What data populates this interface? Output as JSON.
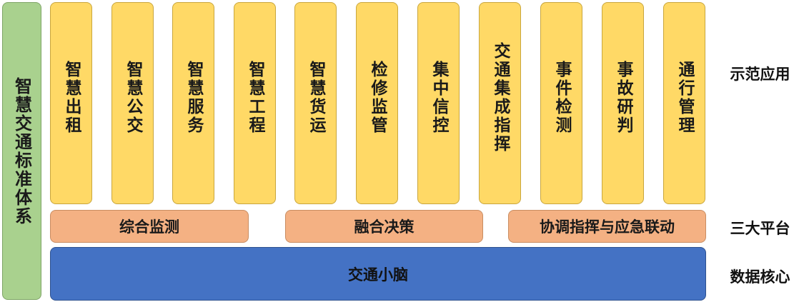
{
  "standard": {
    "label": "智慧交通标准体系"
  },
  "applications": [
    {
      "label": "智慧出租"
    },
    {
      "label": "智慧公交"
    },
    {
      "label": "智慧服务"
    },
    {
      "label": "智慧工程"
    },
    {
      "label": "智慧货运"
    },
    {
      "label": "检修监管"
    },
    {
      "label": "集中信控"
    },
    {
      "label": "交通集成指挥"
    },
    {
      "label": "事件检测"
    },
    {
      "label": "事故研判"
    },
    {
      "label": "通行管理"
    }
  ],
  "platforms": [
    {
      "label": "综合监测"
    },
    {
      "label": "融合决策"
    },
    {
      "label": "协调指挥与应急联动"
    }
  ],
  "core": {
    "label": "交通小脑"
  },
  "layer_labels": {
    "applications": "示范应用",
    "platforms": "三大平台",
    "core": "数据核心"
  },
  "colors": {
    "standard": "#a9d18e",
    "applications": "#ffd966",
    "platforms": "#f4b183",
    "core": "#4472c4"
  }
}
